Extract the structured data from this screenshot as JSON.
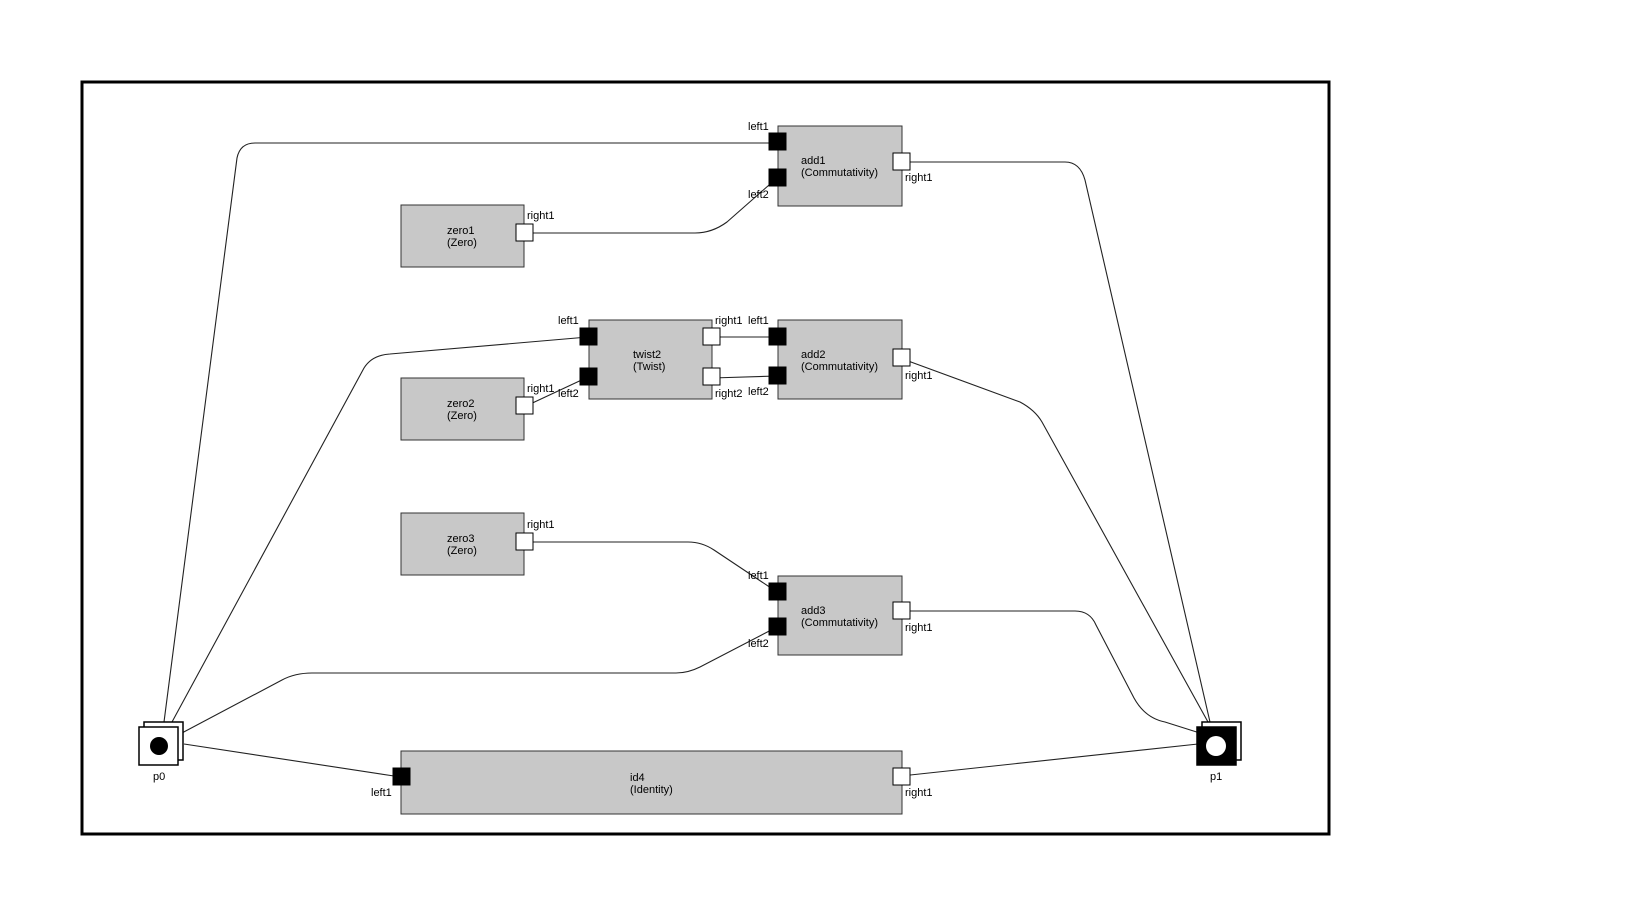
{
  "nodes": {
    "add1": {
      "name": "add1",
      "type": "(Commutativity)"
    },
    "zero1": {
      "name": "zero1",
      "type": "(Zero)"
    },
    "twist2": {
      "name": "twist2",
      "type": "(Twist)"
    },
    "add2": {
      "name": "add2",
      "type": "(Commutativity)"
    },
    "zero2": {
      "name": "zero2",
      "type": "(Zero)"
    },
    "zero3": {
      "name": "zero3",
      "type": "(Zero)"
    },
    "add3": {
      "name": "add3",
      "type": "(Commutativity)"
    },
    "id4": {
      "name": "id4",
      "type": "(Identity)"
    }
  },
  "ports": {
    "left1": "left1",
    "left2": "left2",
    "right1": "right1",
    "right2": "right2"
  },
  "terminals": {
    "p0": "p0",
    "p1": "p1"
  },
  "colors": {
    "box_fill": "#c8c8c8",
    "input_port": "#000000",
    "output_port": "#ffffff"
  }
}
